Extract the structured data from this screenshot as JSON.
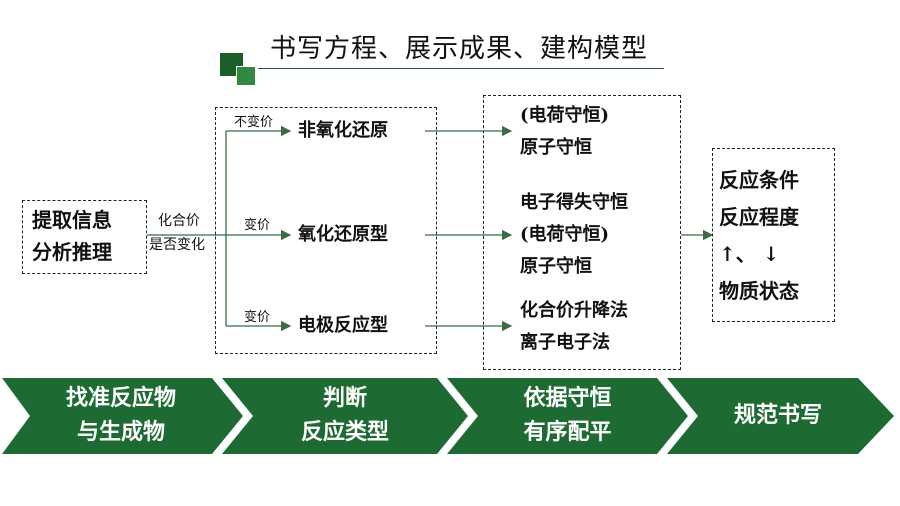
{
  "title": "书写方程、展示成果、建构模型",
  "left_box": {
    "line1": "提取信息",
    "line2": "分析推理"
  },
  "branch_labels": {
    "top": "化合价",
    "bottom": "是否变化"
  },
  "reaction_types": [
    {
      "tag": "不变价",
      "label": "非氧化还原"
    },
    {
      "tag": "变价",
      "label": "氧化还原型"
    },
    {
      "tag": "变价",
      "label": "电极反应型"
    }
  ],
  "conservation": {
    "group1": [
      "(电荷守恒)",
      "原子守恒"
    ],
    "group2": [
      "电子得失守恒",
      "(电荷守恒)",
      "原子守恒"
    ],
    "group3": [
      "化合价升降法",
      "离子电子法"
    ]
  },
  "right_box": [
    "反应条件",
    "反应程度",
    "↑、 ↓",
    "物质状态"
  ],
  "steps": [
    {
      "line1": "找准反应物",
      "line2": "与生成物"
    },
    {
      "line1": "判断",
      "line2": "反应类型"
    },
    {
      "line1": "依据守恒",
      "line2": "有序配平"
    },
    {
      "line1": "规范书写",
      "line2": ""
    }
  ],
  "colors": {
    "accent_dark": "#1b5e2a",
    "accent_light": "#2f8a3f",
    "banner": "#1d6b33",
    "line": "#3a6b46"
  }
}
